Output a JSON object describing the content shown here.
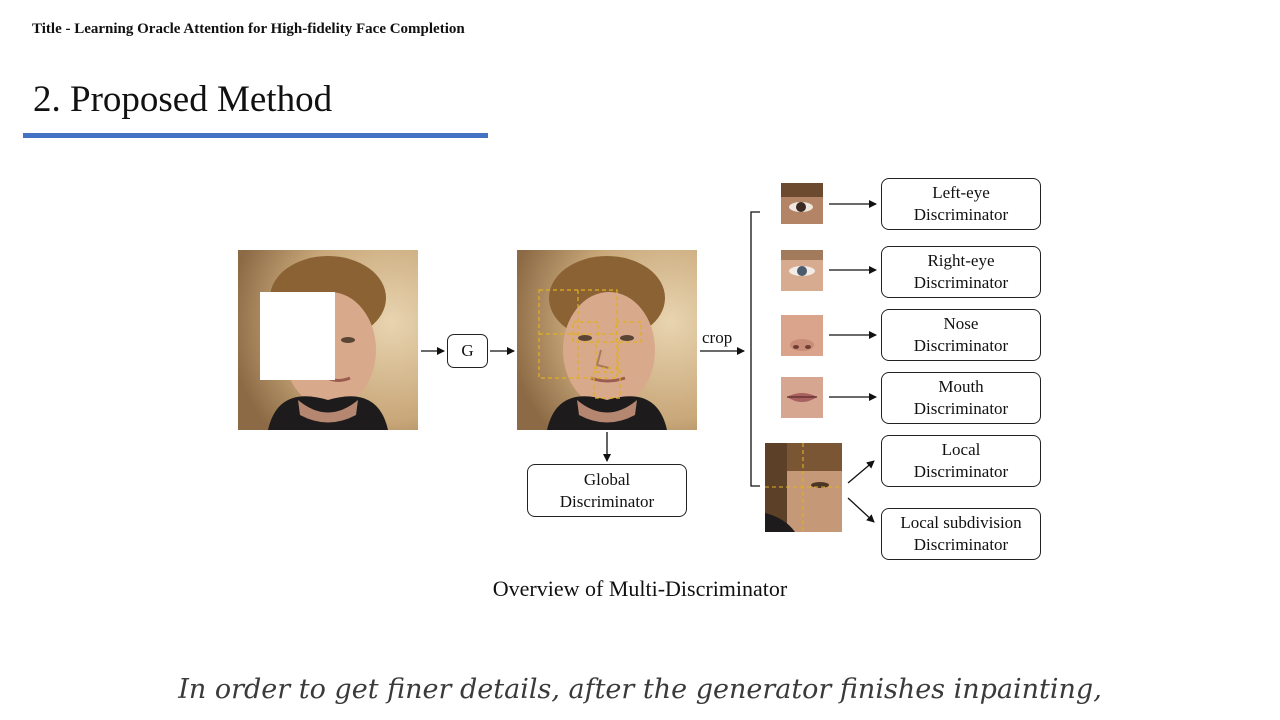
{
  "header": {
    "title": "Title - Learning Oracle Attention for High-fidelity Face Completion"
  },
  "section": {
    "title": "2. Proposed Method"
  },
  "diagram": {
    "generator_label": "G",
    "crop_label": "crop",
    "global_discriminator": {
      "line1": "Global",
      "line2": "Discriminator"
    },
    "discriminators": [
      {
        "line1": "Left-eye",
        "line2": "Discriminator"
      },
      {
        "line1": "Right-eye",
        "line2": "Discriminator"
      },
      {
        "line1": "Nose",
        "line2": "Discriminator"
      },
      {
        "line1": "Mouth",
        "line2": "Discriminator"
      },
      {
        "line1": "Local",
        "line2": "Discriminator"
      },
      {
        "line1": "Local subdivision",
        "line2": "Discriminator"
      }
    ],
    "caption": "Overview of Multi-Discriminator"
  },
  "subtitle": {
    "text": "In order to get finer details, after the generator finishes inpainting,"
  },
  "colors": {
    "accent_rule": "#4472c4",
    "dashed_box": "#e0b020",
    "background_warm": "#c9a87a"
  }
}
